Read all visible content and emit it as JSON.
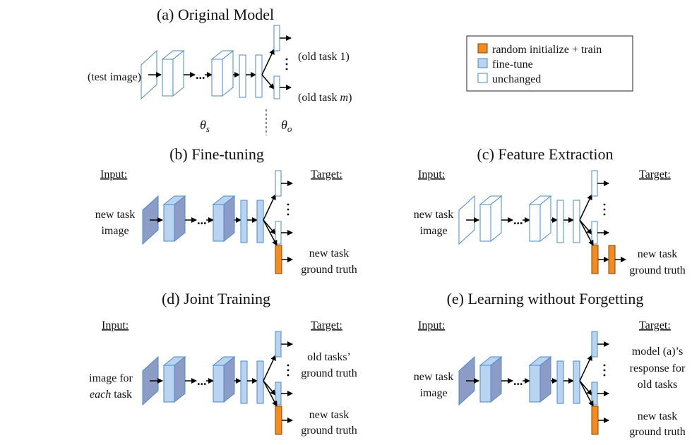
{
  "colors": {
    "stroke": "#4a8ac8",
    "fill_unchanged": "#ffffff",
    "fill_finetune": "#b9d3f0",
    "fill_finetune_dark": "#8d9cc7",
    "fill_new": "#f58a1f",
    "stroke_new": "#7a4a10",
    "arrow": "#000000"
  },
  "legend": {
    "items": [
      {
        "label": "random initialize + train",
        "kind": "new"
      },
      {
        "label": "fine-tune",
        "kind": "finetune"
      },
      {
        "label": "unchanged",
        "kind": "unchanged"
      }
    ]
  },
  "panel_a": {
    "title": "(a) Original Model",
    "input": "(test image)",
    "output1": "(old task 1)",
    "output_m_prefix": "(old task ",
    "output_m_var": "m",
    "output_m_suffix": ")",
    "theta_s": "θ",
    "theta_s_sub": "s",
    "theta_o": "θ",
    "theta_o_sub": "o"
  },
  "panel_b": {
    "title": "(b) Fine-tuning",
    "input_header": "Input:",
    "target_header": "Target:",
    "input_line1": "new task",
    "input_line2": "image",
    "target_new_line1": "new task",
    "target_new_line2": "ground truth"
  },
  "panel_c": {
    "title": "(c) Feature Extraction",
    "input_header": "Input:",
    "target_header": "Target:",
    "input_line1": "new task",
    "input_line2": "image",
    "target_new_line1": "new task",
    "target_new_line2": "ground truth"
  },
  "panel_d": {
    "title": "(d) Joint Training",
    "input_header": "Input:",
    "target_header": "Target:",
    "input_line1": "image for",
    "input_line2_italic": "each",
    "input_line2_rest": " task",
    "target_old_line1": "old tasks’",
    "target_old_line2": "ground truth",
    "target_new_line1": "new task",
    "target_new_line2": "ground truth"
  },
  "panel_e": {
    "title": "(e) Learning without Forgetting",
    "input_header": "Input:",
    "target_header": "Target:",
    "input_line1": "new task",
    "input_line2": "image",
    "target_old_line1": "model (a)’s",
    "target_old_line2": "response for",
    "target_old_line3": "old tasks",
    "target_new_line1": "new task",
    "target_new_line2": "ground truth"
  }
}
